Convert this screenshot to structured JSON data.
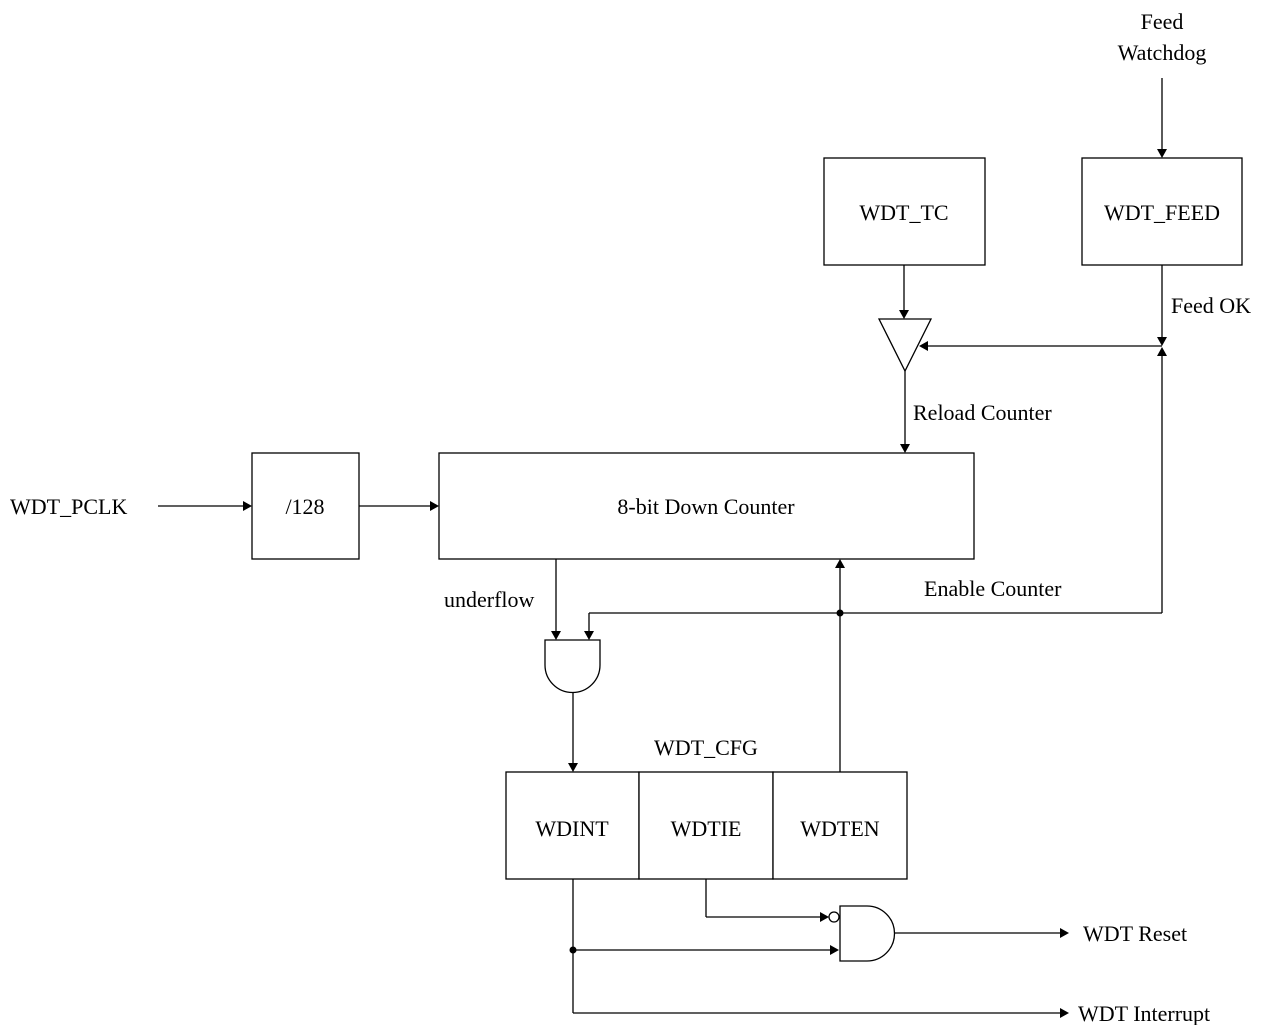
{
  "blocks": {
    "wdt_tc": "WDT_TC",
    "wdt_feed": "WDT_FEED",
    "divider": "/128",
    "down_counter": "8-bit Down Counter",
    "cfg_title": "WDT_CFG",
    "wdint": "WDINT",
    "wdtie": "WDTIE",
    "wdten": "WDTEN"
  },
  "signals": {
    "feed_line1": "Feed",
    "feed_line2": "Watchdog",
    "feed_ok": "Feed OK",
    "reload_counter": "Reload Counter",
    "wdt_pclk": "WDT_PCLK",
    "underflow": "underflow",
    "enable_counter": "Enable Counter",
    "wdt_reset": "WDT Reset",
    "wdt_interrupt": "WDT Interrupt"
  }
}
